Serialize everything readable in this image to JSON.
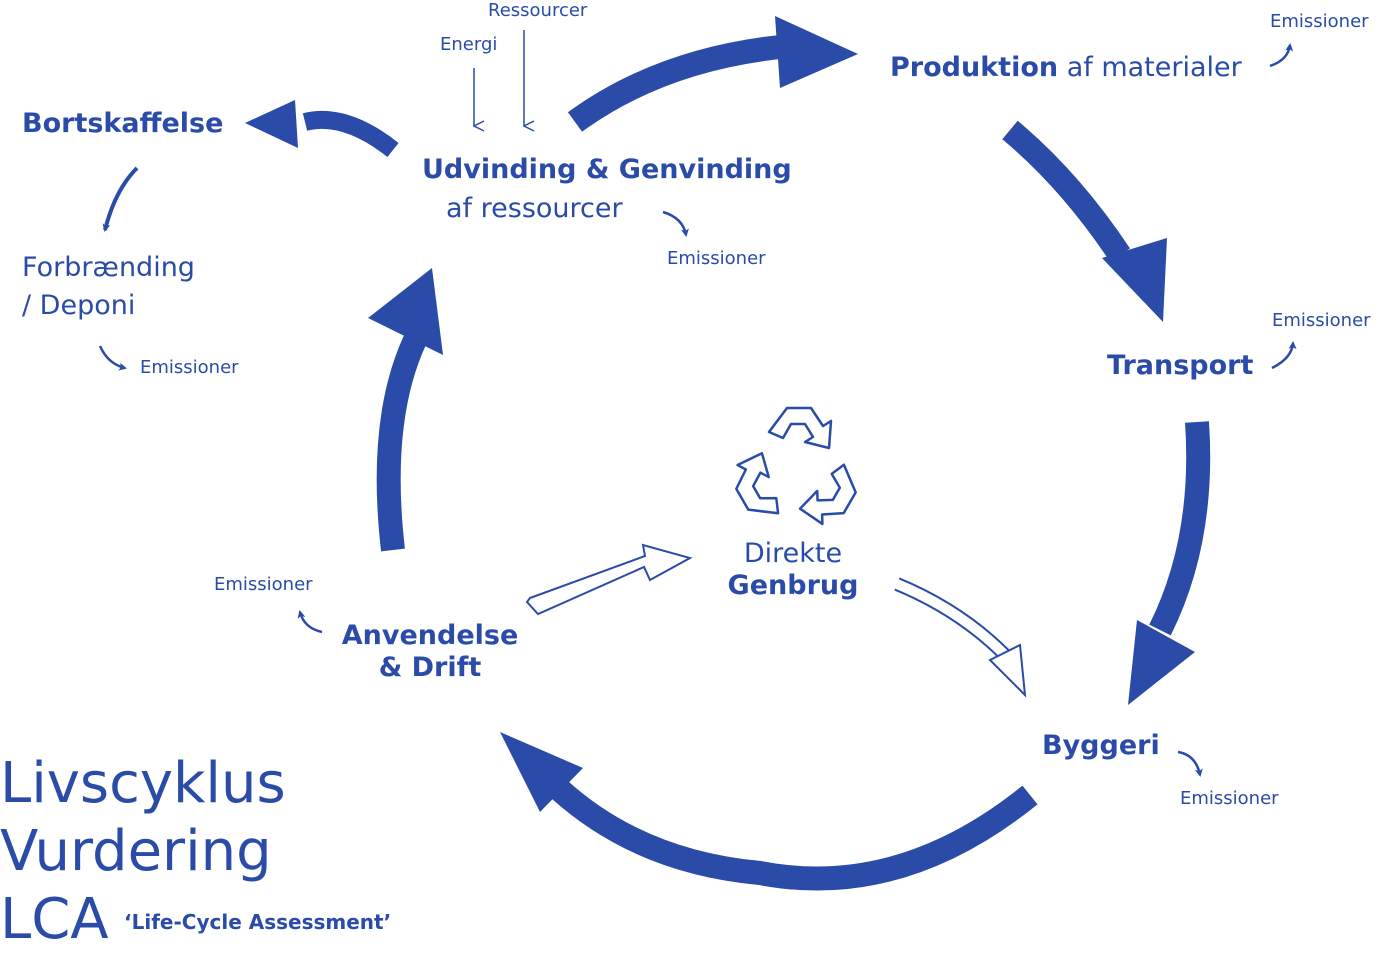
{
  "colors": {
    "primary": "#2a4ba7",
    "background": "#ffffff"
  },
  "stages": {
    "extraction_line1": "Udvinding & Genvinding",
    "extraction_line2": "af ressourcer",
    "production_bold": "Produktion",
    "production_rest": "af materialer",
    "transport": "Transport",
    "construction": "Byggeri",
    "use_line1": "Anvendelse",
    "use_line2": "& Drift",
    "disposal": "Bortskaffelse",
    "incineration_line1": "Forbrænding",
    "incineration_line2": "/ Deponi",
    "reuse_line1": "Direkte",
    "reuse_line2": "Genbrug"
  },
  "inputs": {
    "resources": "Ressourcer",
    "energy": "Energi"
  },
  "emissions_label": "Emissioner",
  "title": {
    "line1": "Livscyklus",
    "line2": "Vurdering",
    "line3": "LCA",
    "subtitle": "‘Life-Cycle Assessment’"
  },
  "icons": {
    "recycle": "recycle-icon"
  }
}
